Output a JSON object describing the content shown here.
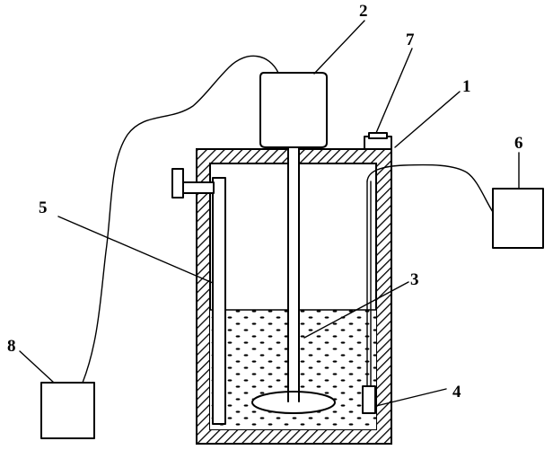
{
  "labels": {
    "container": "1",
    "motor": "2",
    "liquid": "3",
    "sensor": "4",
    "heater": "5",
    "controller_right": "6",
    "cap": "7",
    "controller_left": "8"
  }
}
